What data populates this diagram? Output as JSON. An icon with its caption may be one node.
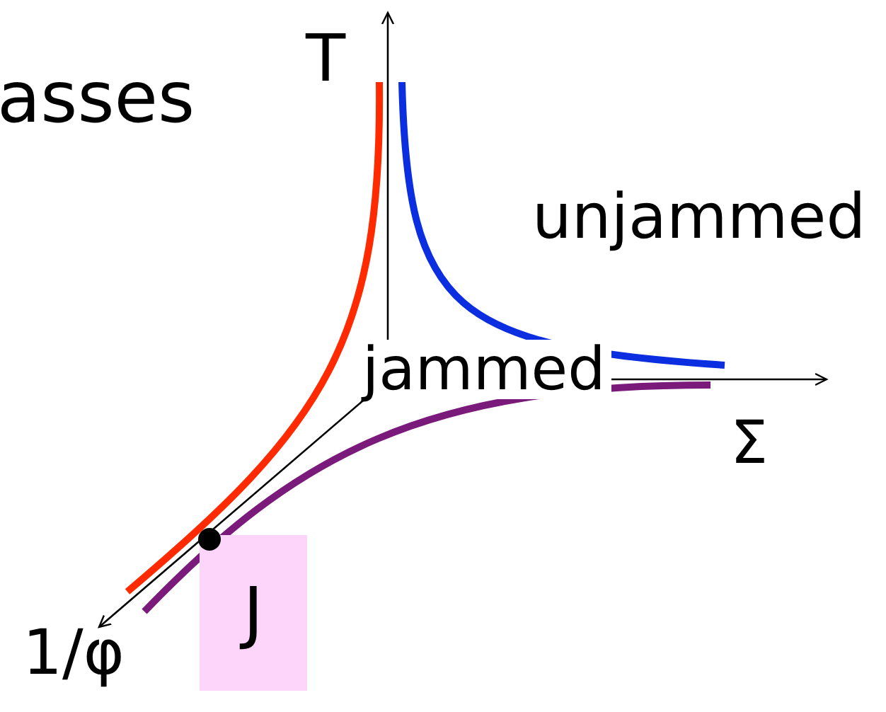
{
  "diagram": {
    "nodes": [
      {
        "text": [
          "J"
        ]
      }
    ],
    "labels": [
      "asses",
      "T",
      "unjammed",
      "jammed",
      "Σ",
      "1/φ"
    ]
  }
}
